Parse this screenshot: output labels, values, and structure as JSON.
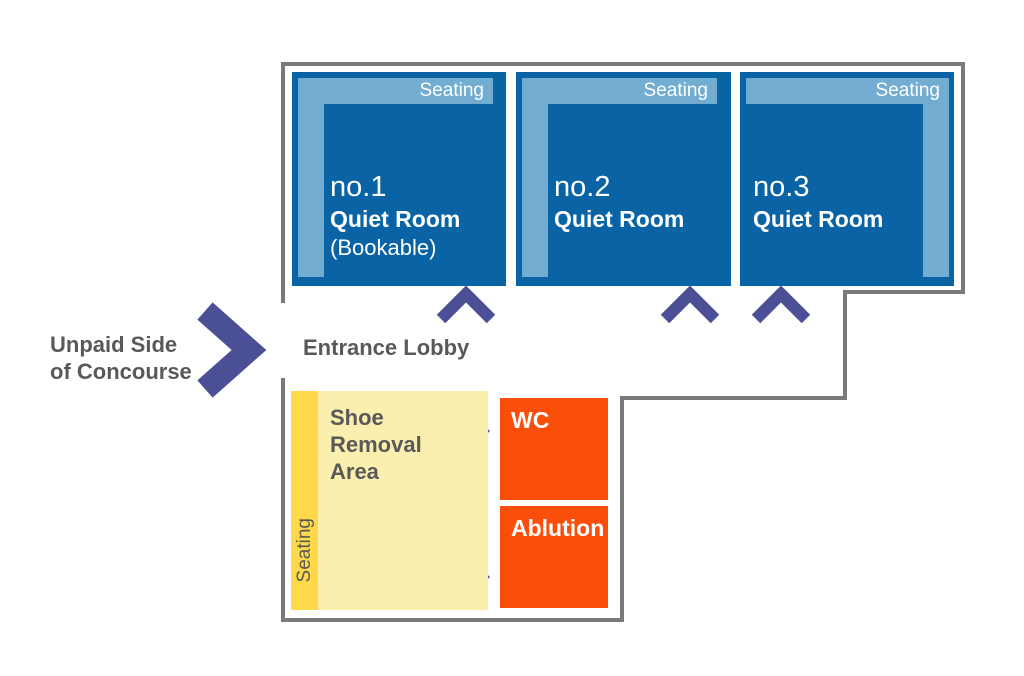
{
  "concourse": {
    "label_lines": [
      "Unpaid Side",
      "of Concourse"
    ]
  },
  "lobby": {
    "label": "Entrance Lobby"
  },
  "rooms": [
    {
      "number": "no.1",
      "name": "Quiet Room",
      "note": "(Bookable)",
      "seating": "Seating"
    },
    {
      "number": "no.2",
      "name": "Quiet Room",
      "note": "",
      "seating": "Seating"
    },
    {
      "number": "no.3",
      "name": "Quiet Room",
      "note": "",
      "seating": "Seating"
    }
  ],
  "shoe_area": {
    "label_lines": [
      "Shoe",
      "Removal",
      "Area"
    ],
    "seating": "Seating"
  },
  "facilities": [
    {
      "label": "WC"
    },
    {
      "label": "Ablution"
    }
  ],
  "colors": {
    "room_fill": "#0A63A5",
    "room_seating_fill": "#72ACD0",
    "arrow_purple": "#4B4F96",
    "facility_orange": "#FB4E0A",
    "seating_strip_yellow": "#FFD94A",
    "shoe_area_yellow": "#FAEFAF",
    "wall_gray": "#7A7A7A",
    "label_gray": "#595959",
    "room_text": "#FFFFFF"
  }
}
